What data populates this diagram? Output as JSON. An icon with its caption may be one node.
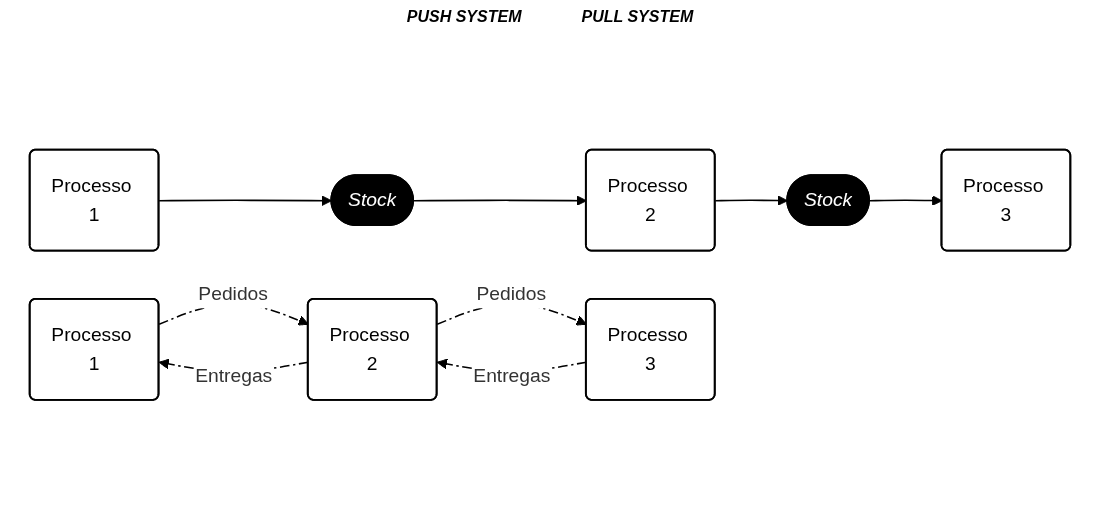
{
  "diagram": {
    "nodes": [
      {
        "text": [
          "Processo 1"
        ]
      },
      {
        "text": [
          "Stock"
        ]
      },
      {
        "text": [
          "Processo 2"
        ]
      },
      {
        "text": [
          "Stock"
        ]
      },
      {
        "text": [
          "Processo 3"
        ]
      },
      {
        "text": [
          "Processo 1"
        ]
      },
      {
        "text": [
          "Processo 2"
        ]
      },
      {
        "text": [
          "Processo 3"
        ]
      }
    ],
    "edges": [
      {
        "from": 0,
        "to": 1,
        "arrow": "to"
      },
      {
        "from": 1,
        "to": 2,
        "arrow": "to"
      },
      {
        "from": 2,
        "to": 3,
        "arrow": "to"
      },
      {
        "from": 3,
        "to": 4,
        "arrow": "to"
      },
      {
        "from": 5,
        "to": 6,
        "arrow": "to",
        "label": "Pedidos",
        "style": "dashed"
      },
      {
        "from": 6,
        "to": 5,
        "arrow": "to",
        "label": "Entregas",
        "style": "dashed"
      },
      {
        "from": 6,
        "to": 7,
        "arrow": "to",
        "label": "Pedidos",
        "style": "dashed"
      },
      {
        "from": 7,
        "to": 6,
        "arrow": "to",
        "label": "Entregas",
        "style": "dashed"
      }
    ],
    "labels": [
      "PUSH SYSTEM",
      "PULL SYSTEM"
    ]
  }
}
